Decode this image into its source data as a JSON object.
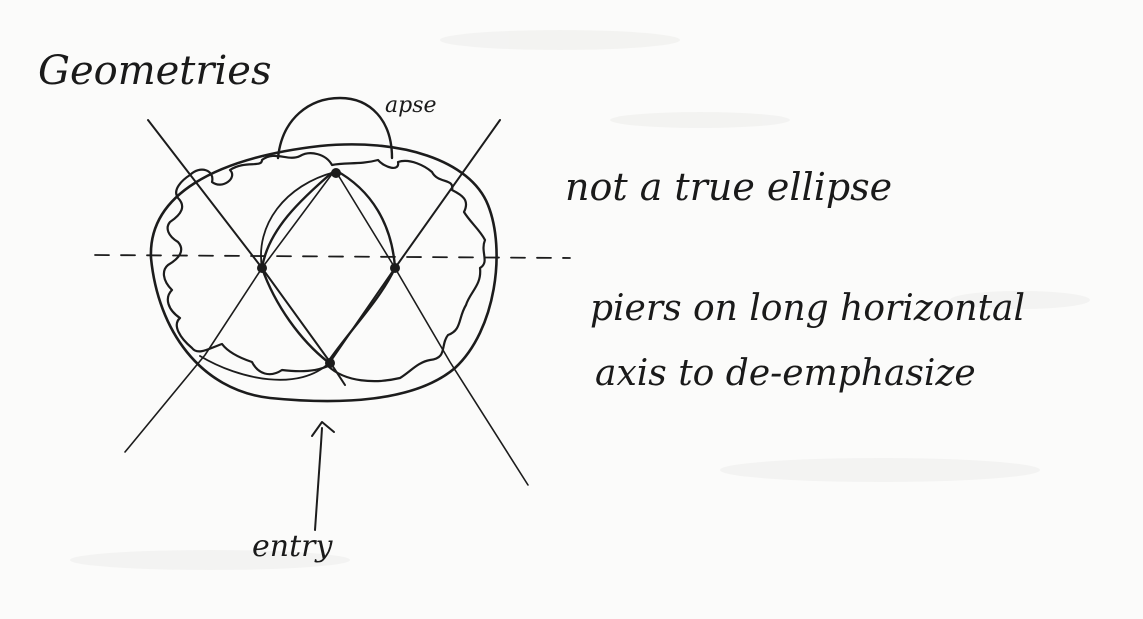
{
  "title": "Geometries",
  "labels": {
    "apse": "apse",
    "entry": "entry"
  },
  "notes": [
    "not a true ellipse",
    "piers on long horizontal",
    "axis to de-emphasize"
  ],
  "colors": {
    "ink": "#1c1c1c",
    "paper": "#fbfbfa"
  }
}
